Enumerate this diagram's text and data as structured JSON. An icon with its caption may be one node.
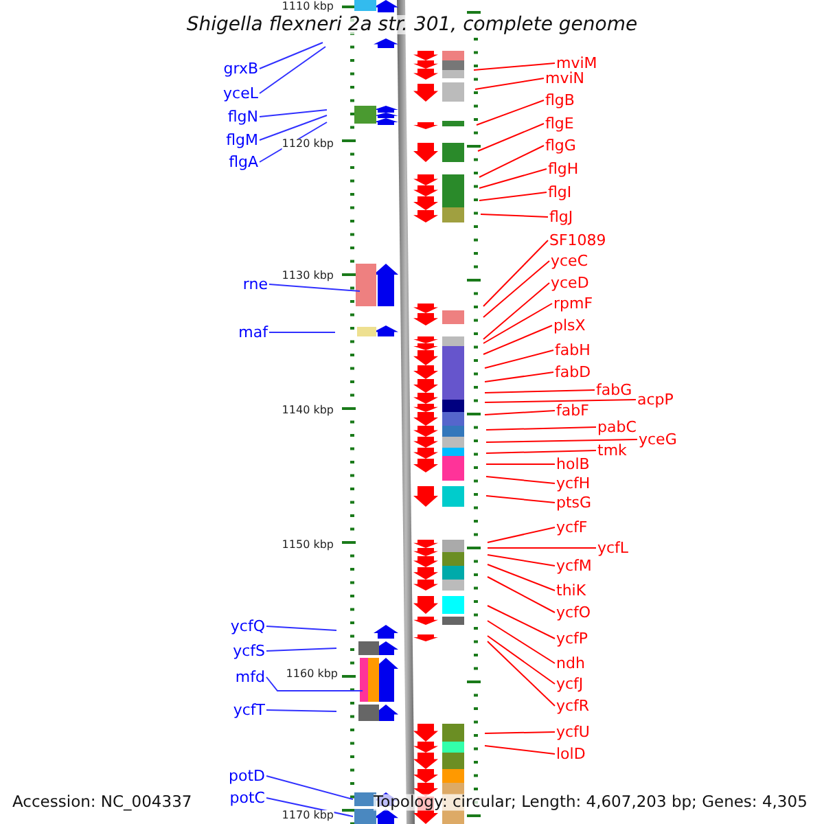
{
  "diagram": {
    "title": "Shigella flexneri 2a str. 301, complete genome",
    "nodes": [
      {
        "text": [
          "grxB"
        ]
      },
      {
        "text": [
          "yceL"
        ]
      },
      {
        "text": [
          "flgN"
        ]
      },
      {
        "text": [
          "flgM"
        ]
      },
      {
        "text": [
          "flgA"
        ]
      },
      {
        "text": [
          "rne"
        ]
      },
      {
        "text": [
          "maf"
        ]
      },
      {
        "text": [
          "ycfQ"
        ]
      },
      {
        "text": [
          "ycfS"
        ]
      },
      {
        "text": [
          "mfd"
        ]
      },
      {
        "text": [
          "ycfT"
        ]
      },
      {
        "text": [
          "potD"
        ]
      },
      {
        "text": [
          "potC"
        ]
      },
      {
        "text": [
          "mviM"
        ]
      },
      {
        "text": [
          "mviN"
        ]
      },
      {
        "text": [
          "flgB"
        ]
      },
      {
        "text": [
          "flgE"
        ]
      },
      {
        "text": [
          "flgG"
        ]
      },
      {
        "text": [
          "flgH"
        ]
      },
      {
        "text": [
          "flgI"
        ]
      },
      {
        "text": [
          "flgJ"
        ]
      },
      {
        "text": [
          "SF1089"
        ]
      },
      {
        "text": [
          "yceC"
        ]
      },
      {
        "text": [
          "yceD"
        ]
      },
      {
        "text": [
          "rpmF"
        ]
      },
      {
        "text": [
          "plsX"
        ]
      },
      {
        "text": [
          "fabH"
        ]
      },
      {
        "text": [
          "fabD"
        ]
      },
      {
        "text": [
          "fabG"
        ]
      },
      {
        "text": [
          "acpP"
        ]
      },
      {
        "text": [
          "fabF"
        ]
      },
      {
        "text": [
          "pabC"
        ]
      },
      {
        "text": [
          "yceG"
        ]
      },
      {
        "text": [
          "tmk"
        ]
      },
      {
        "text": [
          "holB"
        ]
      },
      {
        "text": [
          "ycfH"
        ]
      },
      {
        "text": [
          "ptsG"
        ]
      },
      {
        "text": [
          "ycfF"
        ]
      },
      {
        "text": [
          "ycfL"
        ]
      },
      {
        "text": [
          "ycfM"
        ]
      },
      {
        "text": [
          "thiK"
        ]
      },
      {
        "text": [
          "ycfO"
        ]
      },
      {
        "text": [
          "ycfP"
        ]
      },
      {
        "text": [
          "ndh"
        ]
      },
      {
        "text": [
          "ycfJ"
        ]
      },
      {
        "text": [
          "ycfR"
        ]
      },
      {
        "text": [
          "ycfU"
        ]
      },
      {
        "text": [
          "lolD"
        ]
      },
      {
        "text": [],
        "shape": "bar"
      },
      {
        "text": [],
        "shape": "bar"
      }
    ],
    "edges": [
      {
        "from": 0,
        "to": null,
        "arrow": "none",
        "color": "#3030ff"
      },
      {
        "from": 1,
        "to": null,
        "arrow": "none",
        "color": "#3030ff"
      },
      {
        "from": 2,
        "to": null,
        "arrow": "none",
        "color": "#3030ff"
      },
      {
        "from": 3,
        "to": null,
        "arrow": "none",
        "color": "#3030ff"
      },
      {
        "from": 4,
        "to": null,
        "arrow": "none",
        "color": "#3030ff"
      },
      {
        "from": 5,
        "to": null,
        "arrow": "none",
        "color": "#3030ff"
      },
      {
        "from": 6,
        "to": null,
        "arrow": "none",
        "color": "#3030ff"
      },
      {
        "from": 7,
        "to": null,
        "arrow": "none",
        "color": "#3030ff"
      },
      {
        "from": 8,
        "to": null,
        "arrow": "none",
        "color": "#3030ff"
      },
      {
        "from": 9,
        "to": null,
        "arrow": "none",
        "color": "#3030ff"
      },
      {
        "from": 10,
        "to": null,
        "arrow": "none",
        "color": "#3030ff"
      },
      {
        "from": 11,
        "to": 48,
        "arrow": "none",
        "color": "#3030ff"
      },
      {
        "from": 12,
        "to": 49,
        "arrow": "none",
        "color": "#3030ff"
      },
      {
        "from": 13,
        "to": null,
        "arrow": "none"
      },
      {
        "from": 14,
        "to": null,
        "arrow": "none"
      },
      {
        "from": 15,
        "to": null,
        "arrow": "none"
      },
      {
        "from": 16,
        "to": null,
        "arrow": "none"
      },
      {
        "from": 17,
        "to": null,
        "arrow": "none"
      },
      {
        "from": 18,
        "to": null,
        "arrow": "none"
      },
      {
        "from": 19,
        "to": null,
        "arrow": "none"
      },
      {
        "from": 20,
        "to": null,
        "arrow": "none"
      },
      {
        "from": 21,
        "to": null,
        "arrow": "none"
      },
      {
        "from": 22,
        "to": null,
        "arrow": "none"
      },
      {
        "from": 23,
        "to": null,
        "arrow": "none"
      },
      {
        "from": 24,
        "to": null,
        "arrow": "none"
      },
      {
        "from": 25,
        "to": null,
        "arrow": "none"
      },
      {
        "from": 26,
        "to": null,
        "arrow": "none"
      },
      {
        "from": 27,
        "to": null,
        "arrow": "none"
      },
      {
        "from": 28,
        "to": null,
        "arrow": "none"
      },
      {
        "from": 29,
        "to": null,
        "arrow": "none"
      },
      {
        "from": 30,
        "to": null,
        "arrow": "none"
      },
      {
        "from": 31,
        "to": null,
        "arrow": "none"
      },
      {
        "from": 32,
        "to": null,
        "arrow": "none"
      },
      {
        "from": 33,
        "to": null,
        "arrow": "none"
      },
      {
        "from": 34,
        "to": null,
        "arrow": "none"
      },
      {
        "from": 35,
        "to": null,
        "arrow": "none"
      },
      {
        "from": 36,
        "to": null,
        "arrow": "none"
      },
      {
        "from": 37,
        "to": null,
        "arrow": "none"
      },
      {
        "from": 38,
        "to": null,
        "arrow": "none"
      },
      {
        "from": 39,
        "to": null,
        "arrow": "none"
      },
      {
        "from": 40,
        "to": null,
        "arrow": "none"
      },
      {
        "from": 41,
        "to": null,
        "arrow": "none"
      },
      {
        "from": 42,
        "to": null,
        "arrow": "none"
      },
      {
        "from": 43,
        "to": null,
        "arrow": "none"
      },
      {
        "from": 44,
        "to": null,
        "arrow": "none"
      },
      {
        "from": 45,
        "to": null,
        "arrow": "none"
      },
      {
        "from": 46,
        "to": null,
        "arrow": "none"
      },
      {
        "from": 47,
        "to": null,
        "arrow": "none"
      }
    ],
    "labels": [
      "1110 kbp",
      "1120 kbp",
      "1130 kbp",
      "1140 kbp",
      "1150 kbp",
      "1160 kbp",
      "1170 kbp",
      "Accession: NC_004337",
      "Topology: circular; Length: 4,607,203 bp; Genes: 4,305"
    ]
  }
}
